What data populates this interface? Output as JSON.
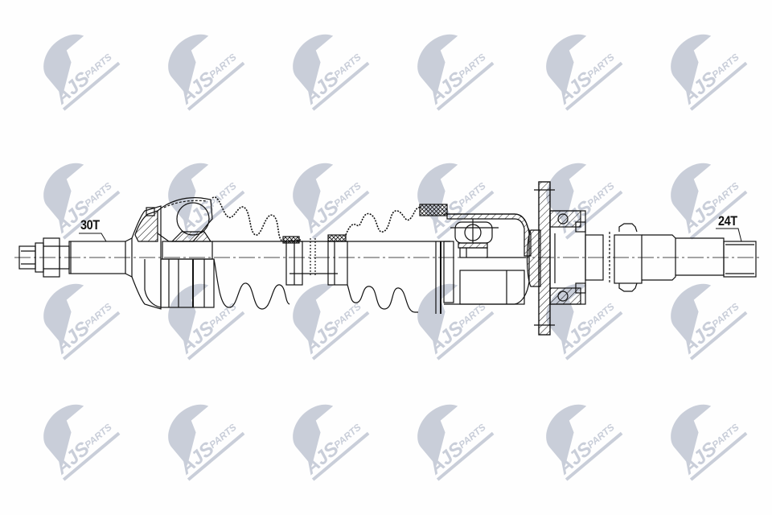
{
  "diagram": {
    "subject": "drive shaft (CV axle) technical drawing",
    "labels": {
      "left_spline": "30T",
      "right_spline": "24T"
    },
    "watermark": {
      "brand": "AJS",
      "sub": "PARTS",
      "color": "#c9ced9",
      "grid_cols": 6,
      "grid_rows": 3
    },
    "colors": {
      "line": "#111111",
      "background": "#fefefe"
    }
  }
}
